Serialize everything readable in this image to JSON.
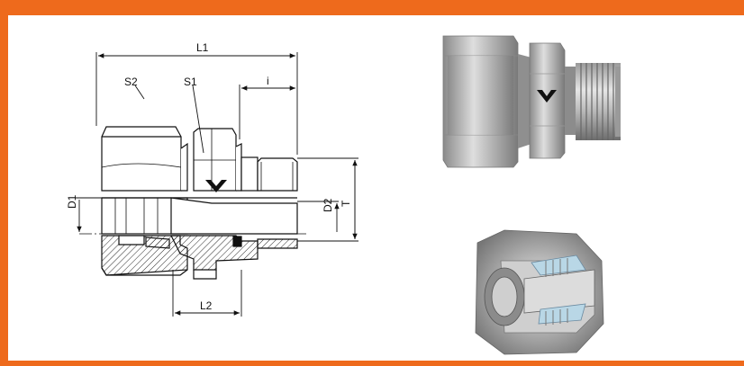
{
  "drawing": {
    "labels": {
      "l1": "L1",
      "s2": "S2",
      "s1": "S1",
      "i": "i",
      "d1": "D1",
      "d2": "D2",
      "t": "T",
      "l2": "L2"
    }
  },
  "colors": {
    "accent_border": "#ee6a1c",
    "line": "#111111",
    "hatch": "#111111",
    "steel_light": "#d9d9d9",
    "steel_mid": "#a9a9a9",
    "steel_dark": "#6f6f6f",
    "ring_blue": "#b9d7e6"
  },
  "icons": {
    "brand_mark": "chevron-logo-icon"
  }
}
